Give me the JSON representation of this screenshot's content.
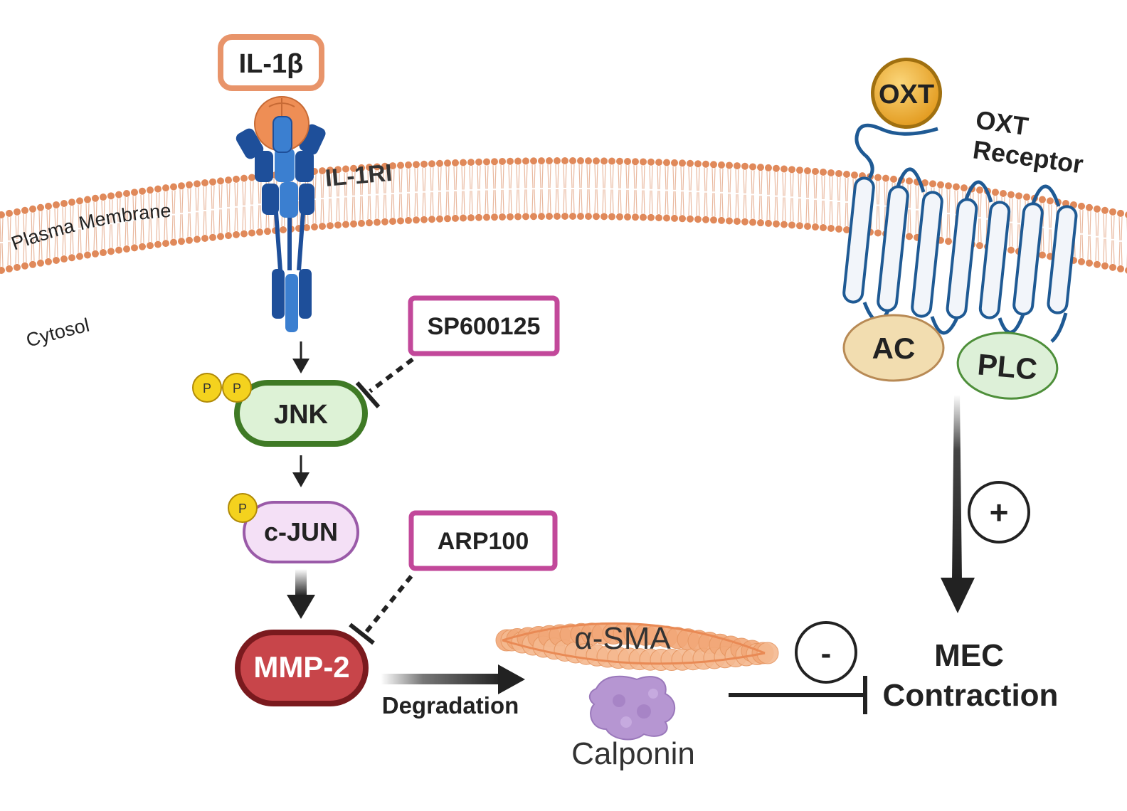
{
  "labels": {
    "ligand_il1b": "IL-1β",
    "receptor_il1ri": "IL-1RI",
    "plasma_membrane": "Plasma Membrane",
    "cytosol": "Cytosol",
    "inhibitor_sp": "SP600125",
    "inhibitor_arp": "ARP100",
    "jnk": "JNK",
    "cjun": "c-JUN",
    "mmp2": "MMP-2",
    "degradation": "Degradation",
    "asma": "α-SMA",
    "calponin": "Calponin",
    "oxt": "OXT",
    "oxt_receptor_line1": "OXT",
    "oxt_receptor_line2": "Receptor",
    "ac": "AC",
    "plc": "PLC",
    "plus": "+",
    "minus": "-",
    "mec_line1": "MEC",
    "mec_line2": "Contraction",
    "phospho": "P"
  },
  "colors": {
    "membrane_dot": "#e0895a",
    "membrane_tail": "#e9b9a0",
    "receptor_dark": "#1e4f9a",
    "receptor_light": "#3b7fd0",
    "ligand_orange": "#ee8e55",
    "inhibitor_border": "#c2489a",
    "jnk_border": "#3f7a25",
    "jnk_fill": "#ddf2d6",
    "cjun_border": "#9a5aa8",
    "cjun_fill": "#f4e0f6",
    "mmp2_border": "#7a1a1e",
    "mmp2_fill": "#c8454a",
    "phospho_fill": "#f4d21e",
    "oxt_fill": "#f1b43a",
    "ac_fill": "#f2ddb0",
    "plc_fill": "#ddf0d8",
    "gpcr_line": "#1f5a94",
    "actin": "#f2a878",
    "calponin": "#b696d2"
  }
}
